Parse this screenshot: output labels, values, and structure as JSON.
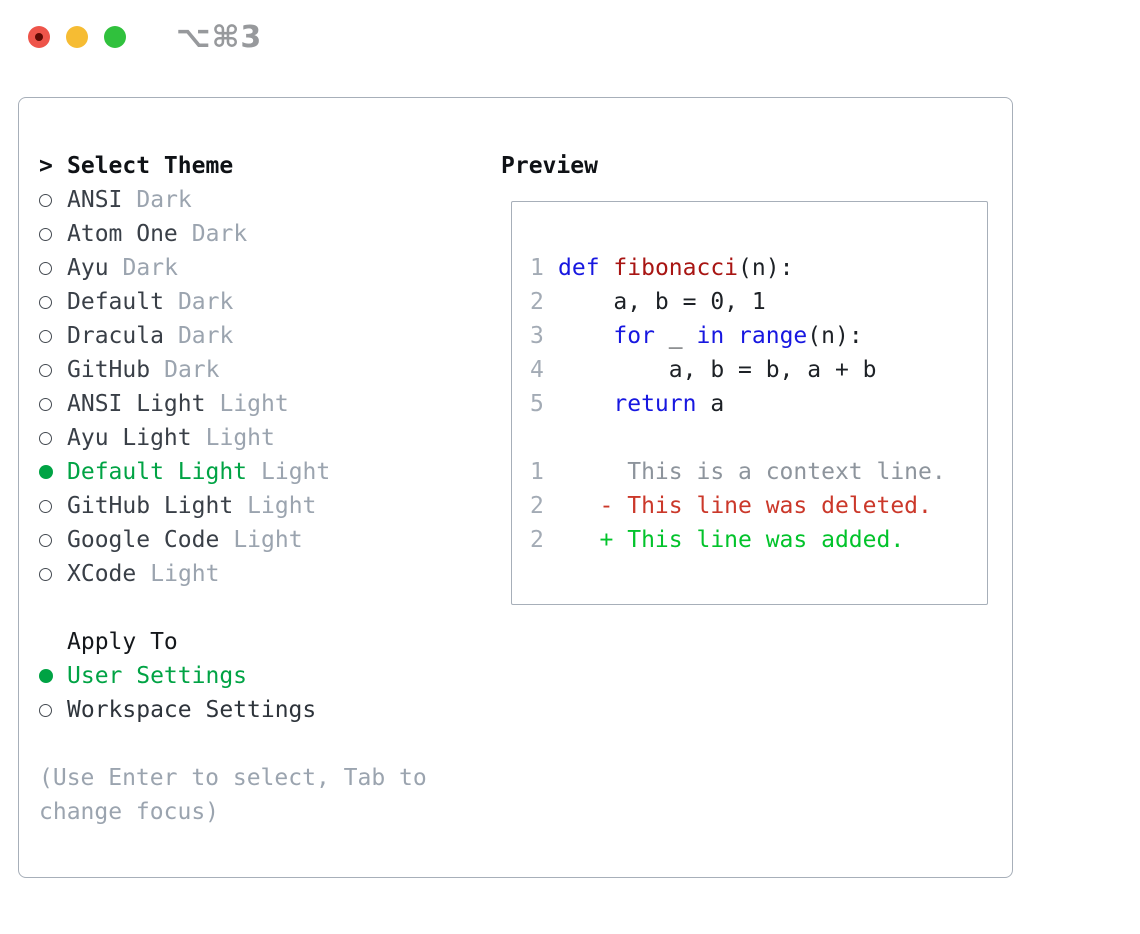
{
  "window": {
    "shortcut": "⌥⌘3",
    "traffic_lights": [
      "close",
      "minimize",
      "maximize"
    ]
  },
  "themes": {
    "prompt": ">",
    "title": "Select Theme",
    "items": [
      {
        "name": "ANSI",
        "variant": "Dark",
        "selected": false
      },
      {
        "name": "Atom One",
        "variant": "Dark",
        "selected": false
      },
      {
        "name": "Ayu",
        "variant": "Dark",
        "selected": false
      },
      {
        "name": "Default",
        "variant": "Dark",
        "selected": false
      },
      {
        "name": "Dracula",
        "variant": "Dark",
        "selected": false
      },
      {
        "name": "GitHub",
        "variant": "Dark",
        "selected": false
      },
      {
        "name": "ANSI Light",
        "variant": "Light",
        "selected": false
      },
      {
        "name": "Ayu Light",
        "variant": "Light",
        "selected": false
      },
      {
        "name": "Default Light",
        "variant": "Light",
        "selected": true
      },
      {
        "name": "GitHub Light",
        "variant": "Light",
        "selected": false
      },
      {
        "name": "Google Code",
        "variant": "Light",
        "selected": false
      },
      {
        "name": "XCode",
        "variant": "Light",
        "selected": false
      }
    ]
  },
  "apply_to": {
    "title": "Apply To",
    "options": [
      {
        "label": "User Settings",
        "selected": true
      },
      {
        "label": "Workspace Settings",
        "selected": false
      }
    ]
  },
  "footer": {
    "lines": [
      "(Use Enter to select, Tab to",
      "change focus)"
    ]
  },
  "preview": {
    "title": "Preview",
    "lines": [
      {
        "num": "1",
        "tokens": [
          {
            "t": "def",
            "c": "kw"
          },
          {
            "t": " ",
            "c": ""
          },
          {
            "t": "fibonacci",
            "c": "fn"
          },
          {
            "t": "(n):",
            "c": ""
          }
        ]
      },
      {
        "num": "2",
        "tokens": [
          {
            "t": "    a, b = 0, 1",
            "c": ""
          }
        ]
      },
      {
        "num": "3",
        "tokens": [
          {
            "t": "    ",
            "c": ""
          },
          {
            "t": "for",
            "c": "kw"
          },
          {
            "t": " _ ",
            "c": ""
          },
          {
            "t": "in",
            "c": "kw"
          },
          {
            "t": " ",
            "c": ""
          },
          {
            "t": "range",
            "c": "kw"
          },
          {
            "t": "(n):",
            "c": ""
          }
        ]
      },
      {
        "num": "4",
        "tokens": [
          {
            "t": "        a, b = b, a + b",
            "c": ""
          }
        ]
      },
      {
        "num": "5",
        "tokens": [
          {
            "t": "    ",
            "c": ""
          },
          {
            "t": "return",
            "c": "kw"
          },
          {
            "t": " a",
            "c": ""
          }
        ]
      },
      {
        "num": "",
        "tokens": []
      },
      {
        "num": "1",
        "tokens": [
          {
            "t": "     This is a context line.",
            "c": "ctx"
          }
        ]
      },
      {
        "num": "2",
        "tokens": [
          {
            "t": "   - This line was deleted.",
            "c": "del"
          }
        ]
      },
      {
        "num": "2",
        "tokens": [
          {
            "t": "   + This line was added.",
            "c": "add"
          }
        ]
      }
    ]
  },
  "colors": {
    "green-sel": "#00a344",
    "green-add": "#02c32b",
    "red-del": "#cb382a",
    "blue-kw": "#1717e0",
    "red-fn": "#a81513",
    "tl-red": "#ee544a",
    "tl-red-dot": "#5e0a04",
    "tl-yellow": "#f6bc33",
    "tl-green": "#30c13d",
    "border": "#a7afb9",
    "muted": "#9ba4af"
  }
}
